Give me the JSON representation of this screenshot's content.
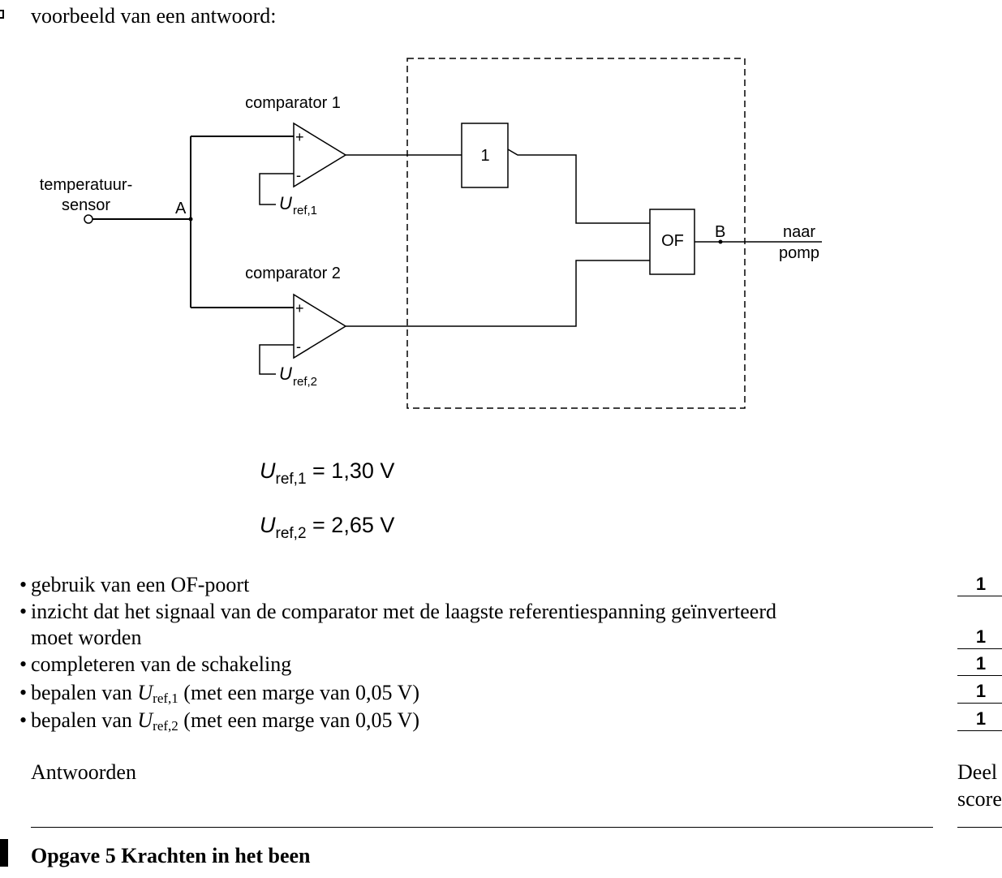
{
  "intro": "voorbeeld van een antwoord:",
  "diagram": {
    "comparator1_label": "comparator 1",
    "comparator2_label": "comparator 2",
    "sensor_label_line1": "temperatuur-",
    "sensor_label_line2": "sensor",
    "point_a": "A",
    "point_b": "B",
    "plus": "+",
    "minus": "-",
    "uref_symbol": "U",
    "uref1_sub": "ref,1",
    "uref2_sub": "ref,2",
    "invertor_label": "1",
    "or_gate_label": "OF",
    "output_line1": "naar",
    "output_line2": "pomp"
  },
  "equations": {
    "eq1_symbol": "U",
    "eq1_sub": "ref,1",
    "eq1_value": " = 1,30 V",
    "eq2_symbol": "U",
    "eq2_sub": "ref,2",
    "eq2_value": " = 2,65 V"
  },
  "criteria": {
    "item1": "gebruik van een OF-poort",
    "item2_line1": "inzicht dat het signaal van de comparator met de laagste referentiespanning geïnverteerd",
    "item2_line2": "moet worden",
    "item3": "completeren van de schakeling",
    "item4_pre": "bepalen van ",
    "item4_symbol": "U",
    "item4_sub": "ref,1",
    "item4_post": " (met een marge van 0,05 V)",
    "item5_pre": "bepalen van ",
    "item5_symbol": "U",
    "item5_sub": "ref,2",
    "item5_post": " (met een marge van 0,05 V)",
    "bullet": "•",
    "scores": [
      "1",
      "1",
      "1",
      "1",
      "1"
    ]
  },
  "footer": {
    "antwoorden": "Antwoorden",
    "deel": "Deel",
    "scores": "scores",
    "heading": "Opgave 5 Krachten in het been"
  }
}
